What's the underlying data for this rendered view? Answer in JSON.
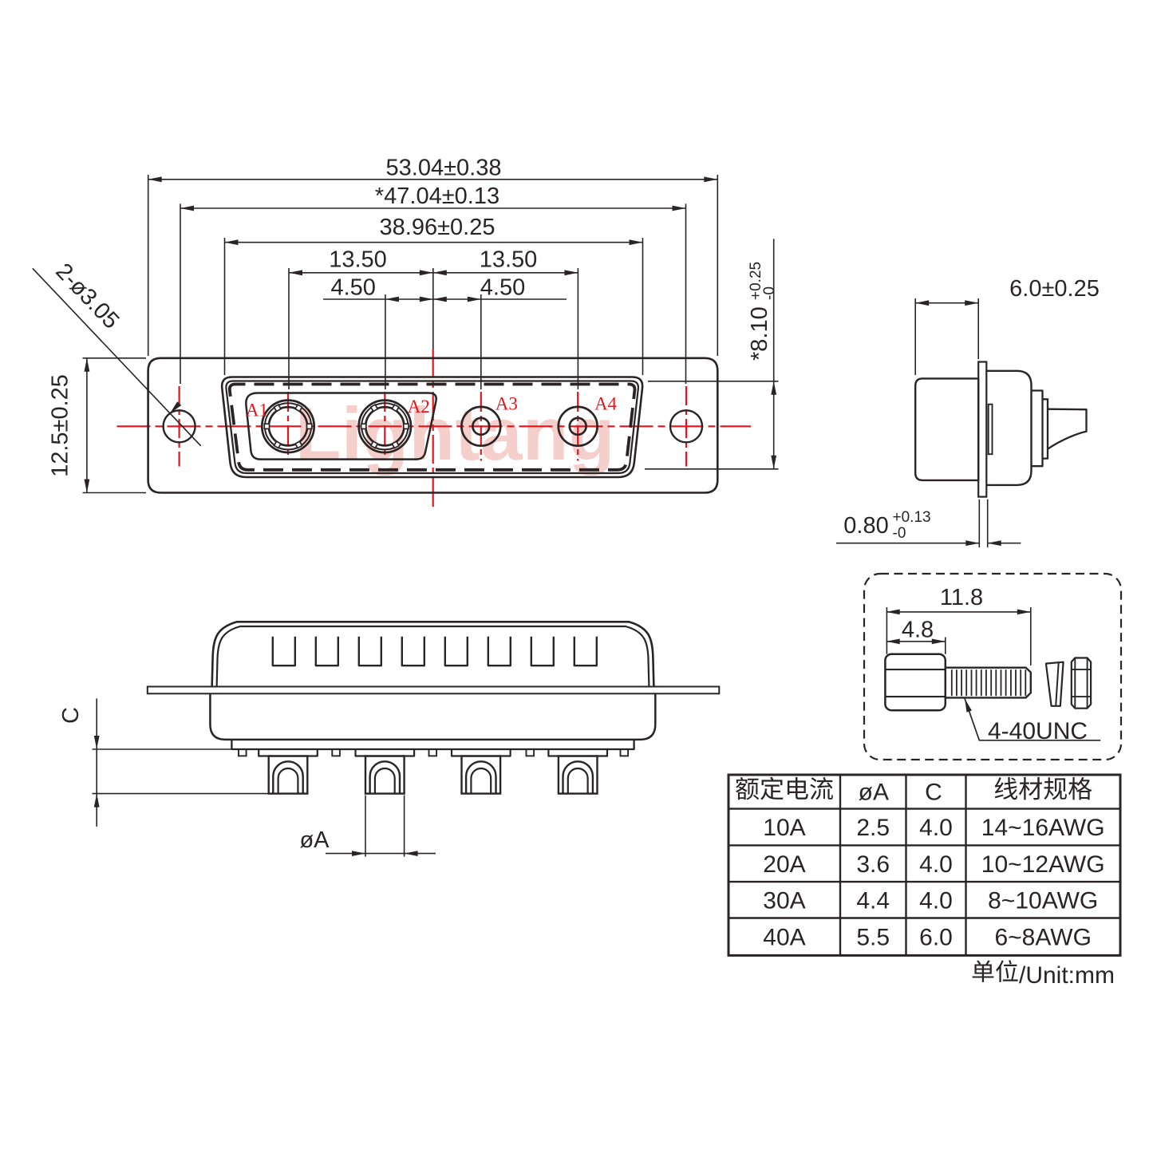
{
  "drawing": {
    "type": "engineering-drawing",
    "component": "7W4 combination D-SUB connector, solder cup, male",
    "colors": {
      "line": "#2a2425",
      "centerline_red": "#e8141c",
      "watermark_pink": "#f5cfcb"
    },
    "watermark": "Lightang",
    "front_view": {
      "contact_labels": [
        "A1",
        "A2",
        "A3",
        "A4"
      ],
      "dims": {
        "flange_width": "53.04±0.38",
        "hole_spacing": "*47.04±0.13",
        "shell_width": "38.96±0.25",
        "pitch_left": "13.50",
        "pitch_right": "13.50",
        "pitch_small_left": "4.50",
        "pitch_small_right": "4.50",
        "flange_height": "12.5±0.25",
        "shell_height": "*8.10",
        "shell_height_tol_plus": "+0.25",
        "shell_height_tol_minus": "-0",
        "hole_note": "2-ø3.05"
      }
    },
    "side_view": {
      "dims": {
        "depth": "6.0±0.25",
        "flange_thickness": "0.80",
        "flange_thickness_tol_plus": "+0.13",
        "flange_thickness_tol_minus": "-0"
      }
    },
    "rear_view": {
      "dims": {
        "cup_depth_label": "C",
        "cup_diameter_label": "øA"
      }
    },
    "screw_detail": {
      "dims": {
        "total_length": "11.8",
        "head_length": "4.8"
      },
      "thread_spec": "4-40UNC"
    }
  },
  "table": {
    "headers": [
      "额定电流",
      "øA",
      "C",
      "线材规格"
    ],
    "rows": [
      [
        "10A",
        "2.5",
        "4.0",
        "14~16AWG"
      ],
      [
        "20A",
        "3.6",
        "4.0",
        "10~12AWG"
      ],
      [
        "30A",
        "4.4",
        "4.0",
        "8~10AWG"
      ],
      [
        "40A",
        "5.5",
        "6.0",
        "6~8AWG"
      ]
    ],
    "unit_note": "单位/Unit:mm"
  }
}
